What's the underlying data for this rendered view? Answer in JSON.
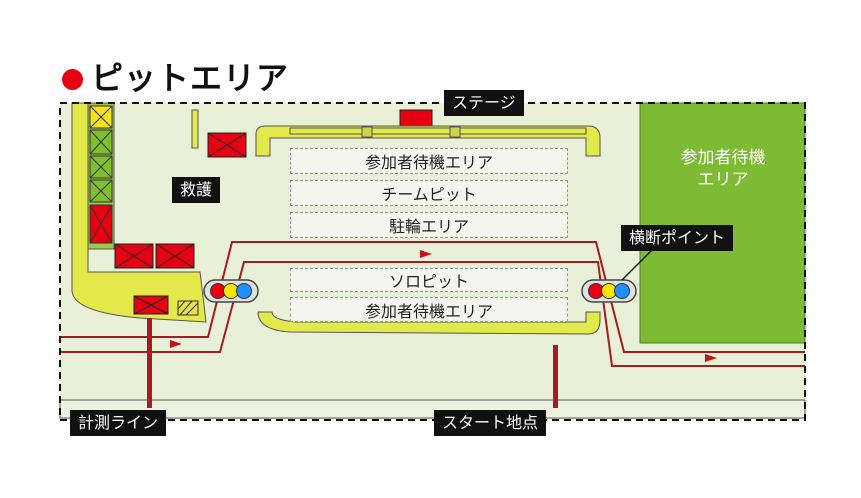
{
  "title": "ピットエリア",
  "areas": {
    "stage": "ステージ",
    "rescue": "救護",
    "waiting_top": "参加者待機エリア",
    "team_pit": "チームピット",
    "bike_parking": "駐輪エリア",
    "solo_pit": "ソロピット",
    "waiting_bottom": "参加者待機エリア",
    "waiting_green_line1": "参加者待機",
    "waiting_green_line2": "エリア",
    "crossing_point": "横断ポイント",
    "timing_line": "計測ライン",
    "start_point": "スタート地点"
  },
  "colors": {
    "area_bg": "#e9f0d8",
    "course_yellow": "#e3e94a",
    "green_area": "#7dbb35",
    "route_red": "#a51b24",
    "tent_red": "#e60012"
  }
}
